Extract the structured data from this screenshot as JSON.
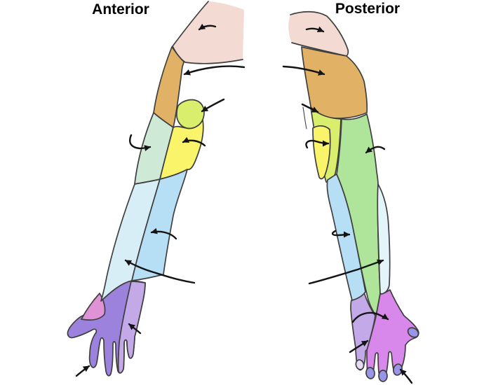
{
  "views": {
    "anterior": {
      "title": "Anterior",
      "pointer_count": 9
    },
    "posterior": {
      "title": "Posterior",
      "pointer_count": 10
    }
  },
  "colors": {
    "background": "#ffffff",
    "title_text": "#000000",
    "outline": "#3f3f3f",
    "arrow": "#141414",
    "skin": "#f3dbd3",
    "tan": "#e1b165",
    "chartreuse": "#daee6e",
    "yellow": "#f9f469",
    "mint": "#cfe9d7",
    "lightBlue": "#b6dff6",
    "paleCyan": "#d8eef7",
    "green": "#aee59b",
    "paleCyanPosterior": "#e4f5fa",
    "purple": "#9c81dd",
    "lavender": "#c3a9e8",
    "pinkMagenta": "#df93d6",
    "orchid": "#d888ea",
    "periwinkle": "#9b95e7",
    "paleTip": "#e4dcf4"
  }
}
